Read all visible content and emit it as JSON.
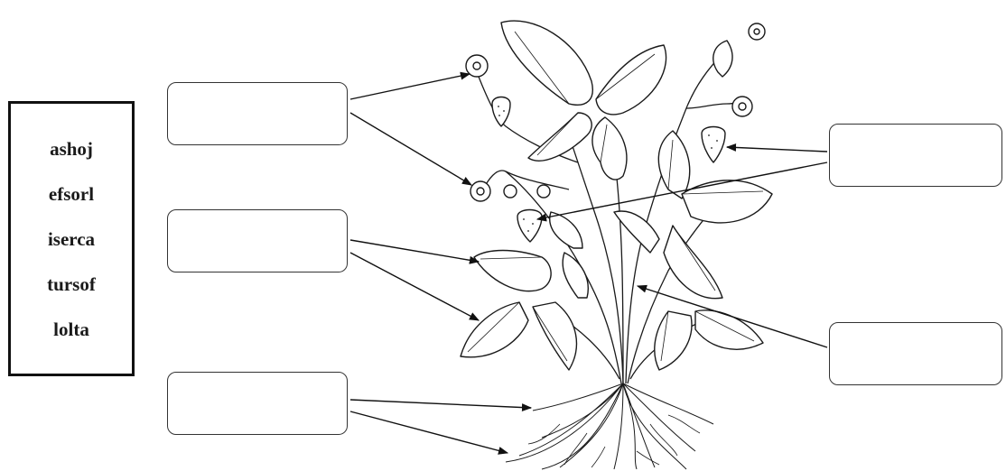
{
  "word_bank": {
    "words": [
      "ashoj",
      "efsorl",
      "iserca",
      "tursof",
      "lolta"
    ]
  },
  "label_boxes": [
    {
      "id": "box-1",
      "value": ""
    },
    {
      "id": "box-2",
      "value": ""
    },
    {
      "id": "box-3",
      "value": ""
    },
    {
      "id": "box-4",
      "value": ""
    },
    {
      "id": "box-5",
      "value": ""
    }
  ],
  "colors": {
    "ink": "#1a1a1a",
    "line": "#222222",
    "background": "#ffffff"
  },
  "illustration": {
    "subject": "strawberry plant line drawing"
  }
}
